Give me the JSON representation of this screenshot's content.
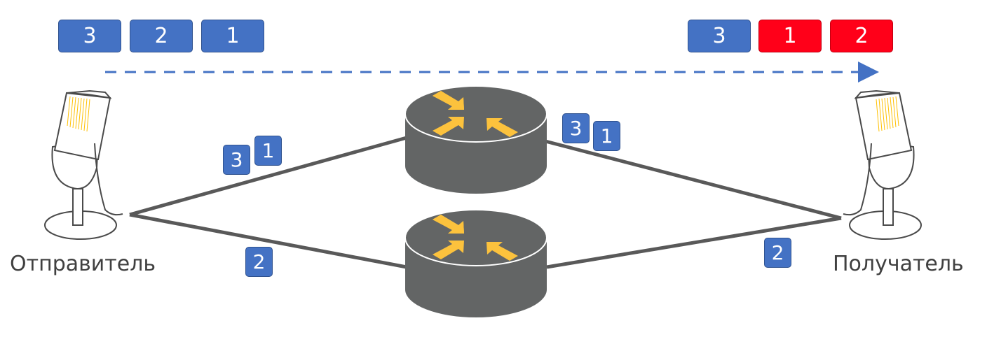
{
  "sender": {
    "label": "Отправитель",
    "sent_order": [
      "3",
      "2",
      "1"
    ]
  },
  "receiver": {
    "label": "Получатель",
    "received_order": [
      "3",
      "1",
      "2"
    ]
  },
  "paths": {
    "upper": {
      "packets_near_sender": [
        "3",
        "1"
      ],
      "packets_near_receiver": [
        "3",
        "1"
      ]
    },
    "lower": {
      "packets_near_sender": [
        "2"
      ],
      "packets_near_receiver": [
        "2"
      ]
    }
  },
  "colors": {
    "packet": "#4472c4",
    "packet_out_of_order": "#ff0019",
    "router": "#636565",
    "arrow": "#ffc83d",
    "link": "#595959"
  }
}
